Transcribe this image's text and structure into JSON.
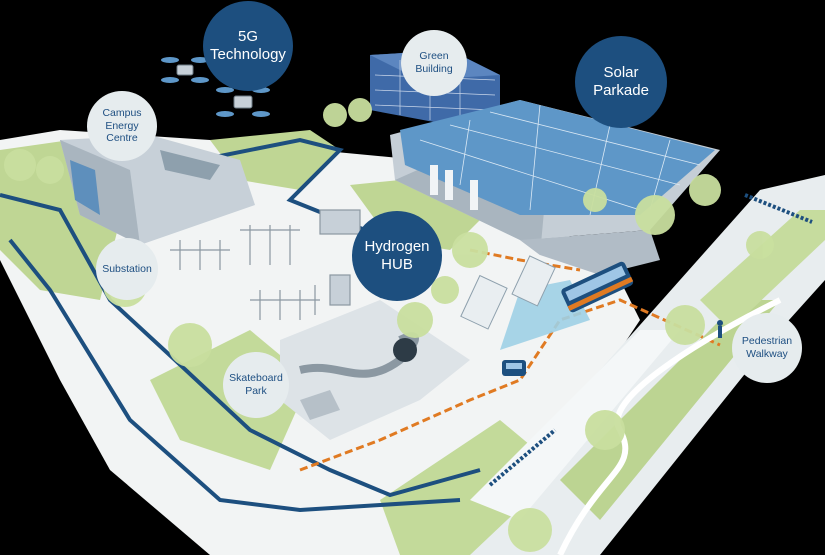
{
  "labels": {
    "tech5g": "5G\nTechnology",
    "green_building": "Green\nBuilding",
    "solar_parkade": "Solar\nParkade",
    "campus_energy": "Campus\nEnergy\nCentre",
    "substation": "Substation",
    "hydrogen_hub": "Hydrogen\nHUB",
    "skateboard_park": "Skateboard\nPark",
    "pedestrian_walkway": "Pedestrian\nWalkway"
  },
  "colors": {
    "background": "#000000",
    "navy": "#1d4f7f",
    "label_light": "#e6ecee",
    "label_text": "#1e4f82",
    "grass": "#b9d38c",
    "tree": "#c9df9f",
    "building": "#c7d0d8",
    "solar_panel": "#5e97c8",
    "path_orange": "#e07a22",
    "road": "#eef2f3"
  },
  "icons": [
    "drone-icon",
    "tree-icon",
    "bus-icon",
    "pedestrian-icon"
  ]
}
